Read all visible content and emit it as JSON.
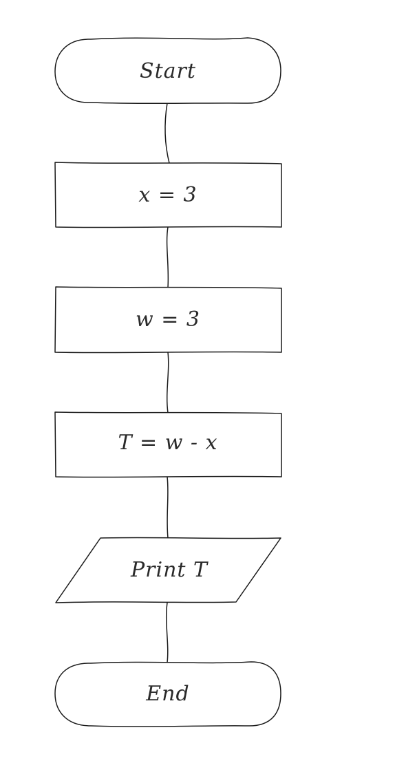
{
  "nodes": [
    {
      "id": "start",
      "shape": "terminator",
      "label": "Start"
    },
    {
      "id": "assign-x",
      "shape": "process",
      "label": "x = 3"
    },
    {
      "id": "assign-w",
      "shape": "process",
      "label": "w = 3"
    },
    {
      "id": "compute-t",
      "shape": "process",
      "label": "T = w - x"
    },
    {
      "id": "print-t",
      "shape": "input-output",
      "label": "Print T"
    },
    {
      "id": "end",
      "shape": "terminator",
      "label": "End"
    }
  ],
  "edges": [
    {
      "from": "start",
      "to": "assign-x"
    },
    {
      "from": "assign-x",
      "to": "assign-w"
    },
    {
      "from": "assign-w",
      "to": "compute-t"
    },
    {
      "from": "compute-t",
      "to": "print-t"
    },
    {
      "from": "print-t",
      "to": "end"
    }
  ]
}
